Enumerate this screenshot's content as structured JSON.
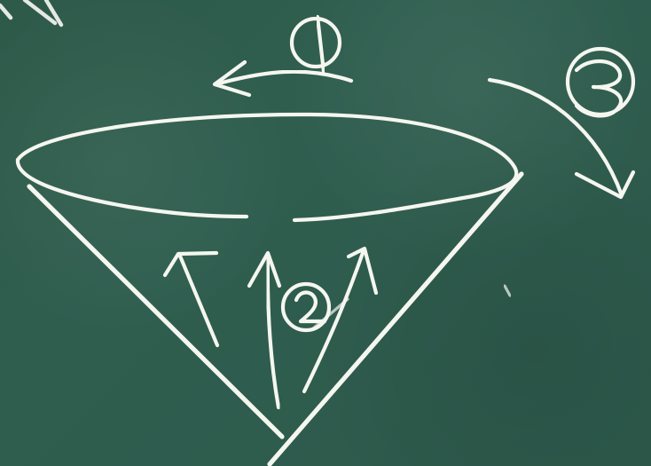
{
  "scene": {
    "type": "chalkboard-sketch",
    "board_color": "#2f5d4d",
    "chalk_color": "#f5f6f0",
    "labels": {
      "one": "①",
      "two": "②",
      "three": "③"
    }
  }
}
